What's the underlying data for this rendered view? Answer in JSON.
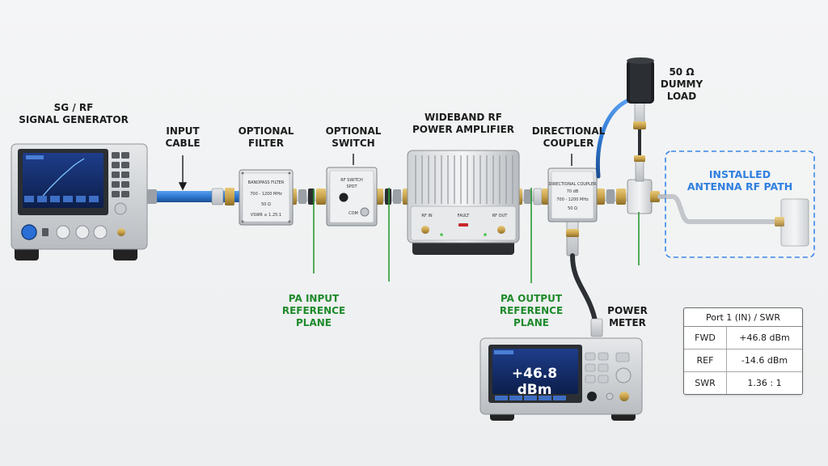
{
  "labels": {
    "signal_generator": [
      "SG / RF",
      "SIGNAL GENERATOR"
    ],
    "input_cable": [
      "INPUT",
      "CABLE"
    ],
    "optional_filter": [
      "OPTIONAL",
      "FILTER"
    ],
    "optional_switch": [
      "OPTIONAL",
      "SWITCH"
    ],
    "power_amplifier": [
      "WIDEBAND RF",
      "POWER AMPLIFIER"
    ],
    "directional_coupler": [
      "DIRECTIONAL",
      "COUPLER"
    ],
    "dummy_load": [
      "50 Ω",
      "DUMMY",
      "LOAD"
    ],
    "antenna_path": [
      "INSTALLED",
      "ANTENNA RF PATH"
    ],
    "pa_input_plane": [
      "PA INPUT",
      "REFERENCE",
      "PLANE"
    ],
    "pa_output_plane": [
      "PA OUTPUT",
      "REFERENCE",
      "PLANE"
    ],
    "power_meter": [
      "POWER",
      "METER"
    ]
  },
  "filter_panel": {
    "title": "BANDPASS FILTER",
    "range": "700 - 1200 MHz",
    "impedance": "50 Ω",
    "vswr": "VSWR ≤ 1.25:1"
  },
  "switch_panel": {
    "title": "RF SWITCH",
    "type": "SPDT",
    "port_com": "COM"
  },
  "amplifier_panel": {
    "rf_in": "RF IN",
    "fault": "FAULT",
    "rf_out": "RF OUT"
  },
  "coupler_panel": {
    "title": "DIRECTIONAL COUPLER",
    "coupling": "70 dB",
    "range": "700 - 1200 MHz",
    "impedance": "50 Ω"
  },
  "power_meter_display": {
    "reading": "+46.8 dBm"
  },
  "swr_table": {
    "header": "Port 1 (IN) / SWR",
    "rows": [
      {
        "key": "FWD",
        "value": "+46.8 dBm"
      },
      {
        "key": "REF",
        "value": "-14.6 dBm"
      },
      {
        "key": "SWR",
        "value": "1.36 : 1"
      }
    ]
  },
  "colors": {
    "reference_plane": "#2a9a34",
    "antenna_box": "#3b86e8",
    "cable_blue": "#2e78d2"
  }
}
